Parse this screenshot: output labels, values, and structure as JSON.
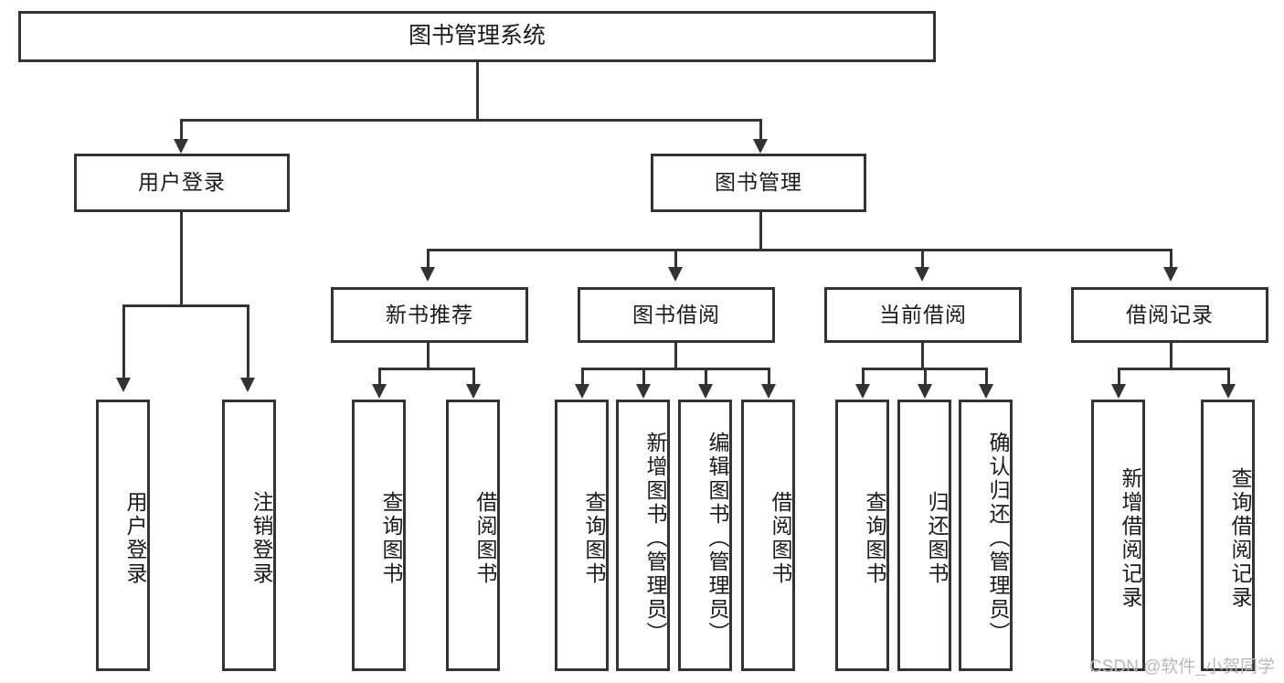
{
  "diagram": {
    "type": "tree-hierarchy",
    "title": "图书管理系统",
    "root": {
      "id": "root",
      "label": "图书管理系统"
    },
    "level2": [
      {
        "id": "user-login",
        "label": "用户登录"
      },
      {
        "id": "book-manage",
        "label": "图书管理"
      }
    ],
    "level3": [
      {
        "id": "new-book-recommend",
        "label": "新书推荐",
        "parent": "book-manage"
      },
      {
        "id": "book-borrow",
        "label": "图书借阅",
        "parent": "book-manage"
      },
      {
        "id": "current-borrow",
        "label": "当前借阅",
        "parent": "book-manage"
      },
      {
        "id": "borrow-record",
        "label": "借阅记录",
        "parent": "book-manage"
      }
    ],
    "leaves": {
      "user-login": [
        {
          "id": "leaf-user-login",
          "label": "用户登录"
        },
        {
          "id": "leaf-user-logout",
          "label": "注销登录"
        }
      ],
      "new-book-recommend": [
        {
          "id": "leaf-query-book-1",
          "label": "查询图书"
        },
        {
          "id": "leaf-borrow-book-1",
          "label": "借阅图书"
        }
      ],
      "book-borrow": [
        {
          "id": "leaf-query-book-2",
          "label": "查询图书"
        },
        {
          "id": "leaf-add-book",
          "label": "新增图书（管理员）"
        },
        {
          "id": "leaf-edit-book",
          "label": "编辑图书（管理员）"
        },
        {
          "id": "leaf-borrow-book-2",
          "label": "借阅图书"
        }
      ],
      "current-borrow": [
        {
          "id": "leaf-query-book-3",
          "label": "查询图书"
        },
        {
          "id": "leaf-return-book",
          "label": "归还图书"
        },
        {
          "id": "leaf-confirm-return",
          "label": "确认归还（管理员）"
        }
      ],
      "borrow-record": [
        {
          "id": "leaf-add-record",
          "label": "新增借阅记录"
        },
        {
          "id": "leaf-query-record",
          "label": "查询借阅记录"
        }
      ]
    }
  },
  "watermark": {
    "text": "CSDN @软件_小贺同学"
  },
  "colors": {
    "stroke": "#333333",
    "background": "#ffffff",
    "text": "#1a1a1a",
    "watermark": "#b9b9b9"
  }
}
